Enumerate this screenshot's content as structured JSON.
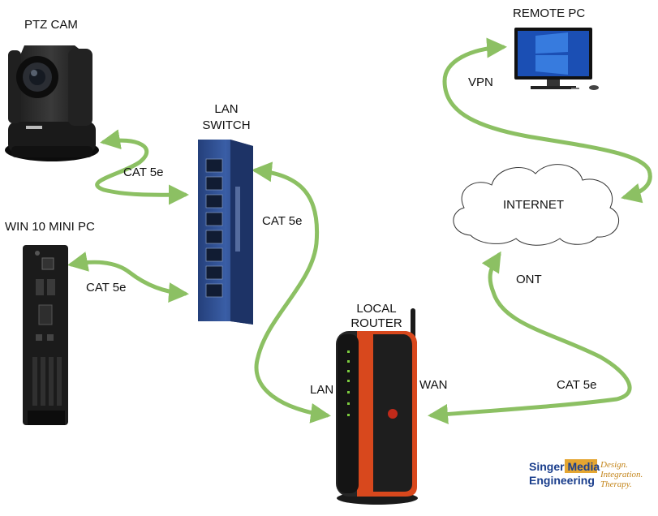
{
  "nodes": {
    "ptz_cam": "PTZ CAM",
    "lan_switch_line1": "LAN",
    "lan_switch_line2": "SWITCH",
    "mini_pc": "WIN 10 MINI PC",
    "remote_pc": "REMOTE PC",
    "internet": "INTERNET",
    "local_router_line1": "LOCAL",
    "local_router_line2": "ROUTER"
  },
  "links": {
    "cam_to_switch": "CAT 5e",
    "pc_to_switch": "CAT 5e",
    "switch_to_router": "CAT 5e",
    "router_lan": "LAN",
    "router_wan": "WAN",
    "router_to_ont": "CAT 5e",
    "ont": "ONT",
    "vpn": "VPN"
  },
  "logo": {
    "line1_a": "Singer",
    "line1_b": "Media",
    "line2": "Engineering",
    "tag1": "Design.",
    "tag2": "Integration.",
    "tag3": "Therapy."
  },
  "colors": {
    "connector": "#8cc063",
    "switch_body": "#2d4a8a",
    "router_accent": "#d8481d",
    "logo_blue": "#1a3e8c",
    "logo_gold": "#e4a632"
  },
  "icons": [
    "camera-icon",
    "network-switch-icon",
    "mini-pc-icon",
    "router-icon",
    "desktop-computer-icon",
    "cloud-icon"
  ]
}
